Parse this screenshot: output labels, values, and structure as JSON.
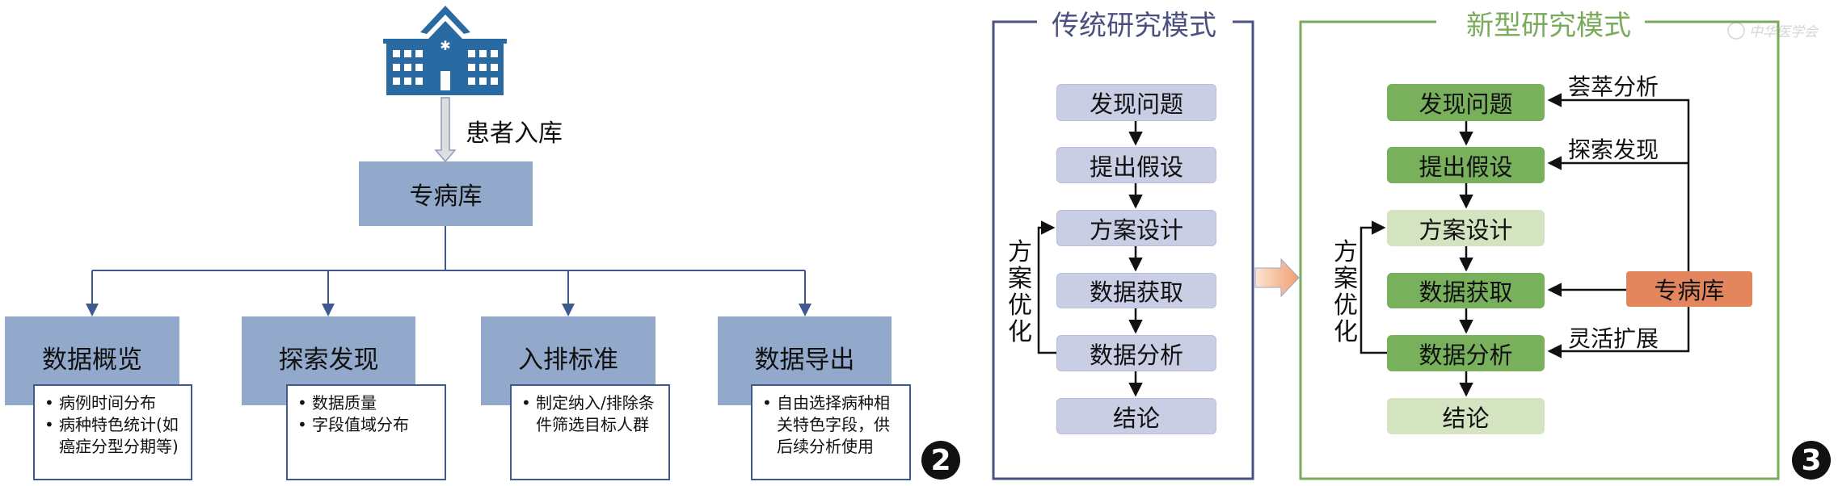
{
  "panel2": {
    "intake_label": "患者入库",
    "database_label": "专病库",
    "categories": [
      {
        "title": "数据概览",
        "items": [
          "病例时间分布",
          "病种特色统计(如癌症分型分期等)"
        ]
      },
      {
        "title": "探索发现",
        "items": [
          "数据质量",
          "字段值域分布"
        ]
      },
      {
        "title": "入排标准",
        "items": [
          "制定纳入/排除条件筛选目标人群"
        ]
      },
      {
        "title": "数据导出",
        "items": [
          "自由选择病种相关特色字段，供后续分析使用"
        ]
      }
    ],
    "badge": "2"
  },
  "panel3": {
    "traditional": {
      "title": "传统研究模式",
      "steps": [
        "发现问题",
        "提出假设",
        "方案设计",
        "数据获取",
        "数据分析",
        "结论"
      ],
      "loop_label": "方案优化"
    },
    "new": {
      "title": "新型研究模式",
      "steps": [
        "发现问题",
        "提出假设",
        "方案设计",
        "数据获取",
        "数据分析",
        "结论"
      ],
      "loop_label": "方案优化",
      "database_label": "专病库",
      "links": [
        "荟萃分析",
        "探索发现",
        "灵活扩展"
      ]
    },
    "watermark": "中华医学会",
    "badge": "3"
  },
  "colors": {
    "category_box": "#93a9cb",
    "trad_box": "#c9cee5",
    "trad_frame": "#4a5080",
    "new_frame": "#7aab5a",
    "green_dark": "#78b05c",
    "green_light": "#d4e4c0",
    "database_orange": "#e3855d",
    "hospital_blue": "#2a6aa3"
  }
}
